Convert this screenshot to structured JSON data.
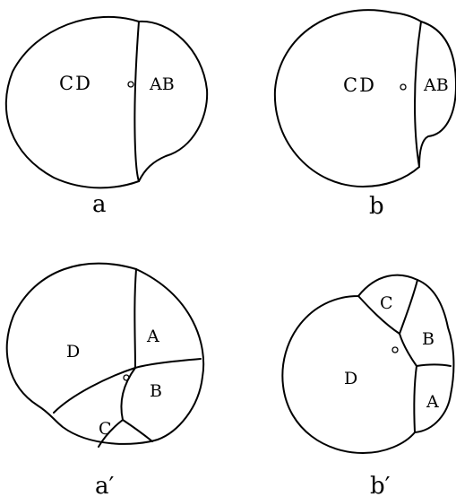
{
  "panels": [
    {
      "id": "a",
      "label": "a",
      "cells": [
        "CD",
        "AB"
      ]
    },
    {
      "id": "b",
      "label": "b",
      "cells": [
        "CD",
        "AB"
      ]
    },
    {
      "id": "a_prime",
      "label": "a′",
      "cells": [
        "D",
        "A",
        "B",
        "C"
      ]
    },
    {
      "id": "b_prime",
      "label": "b′",
      "cells": [
        "D",
        "C",
        "B",
        "A"
      ]
    }
  ]
}
